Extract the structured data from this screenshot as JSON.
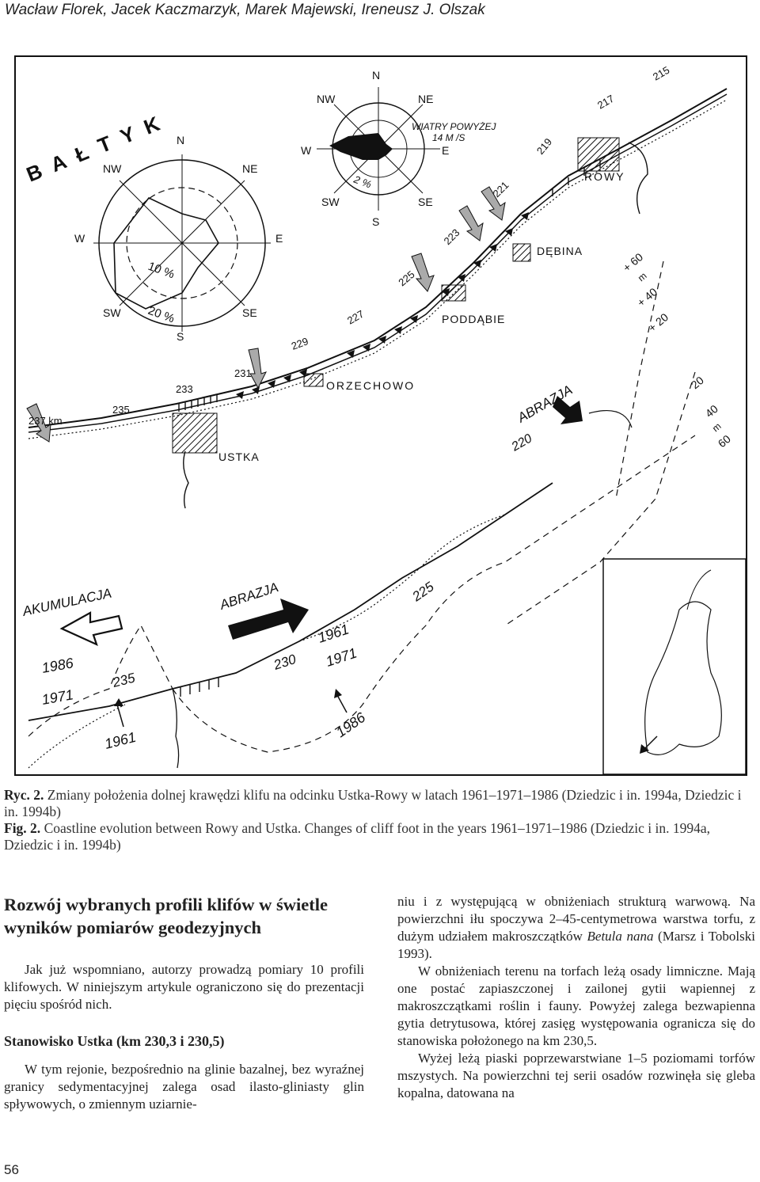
{
  "header": {
    "authors": "Wacław Florek, Jacek Kaczmarzyk, Marek Majewski, Ireneusz J. Olszak"
  },
  "figure": {
    "sea_label": "B A Ł T Y K",
    "rose1": {
      "n": "N",
      "ne": "NE",
      "e": "E",
      "se": "SE",
      "s": "S",
      "sw": "SW",
      "w": "W",
      "nw": "NW",
      "pct10": "10 %",
      "pct20": "20 %"
    },
    "rose2": {
      "n": "N",
      "ne": "NE",
      "e": "E",
      "se": "SE",
      "s": "S",
      "sw": "SW",
      "w": "W",
      "nw": "NW",
      "pct2": "2 %",
      "title_line1": "WIATRY POWYŻEJ",
      "title_line2": "14 M /S"
    },
    "towns": {
      "rowy": "ROWY",
      "debina": "DĘBINA",
      "poddabie": "PODDĄBIE",
      "orzechowo": "ORZECHOWO",
      "ustka": "USTKA"
    },
    "km_marks": [
      "237 km",
      "235",
      "233",
      "231",
      "229",
      "227",
      "225",
      "223",
      "221",
      "219",
      "217",
      "215"
    ],
    "depth_top": [
      "+ 60",
      "m",
      "+ 40",
      "+ 20"
    ],
    "depth_right": [
      "20",
      "40",
      "m",
      "60"
    ],
    "abrazja_upper": "ABRAZJA",
    "km_220": "220",
    "lower": {
      "akumulacja": "AKUMULACJA",
      "abrazja": "ABRAZJA",
      "km_225": "225",
      "km_230": "230",
      "km_235": "235",
      "year_1986_left": "1986",
      "year_1971_left": "1971",
      "year_1961_left": "1961",
      "year_1961_mid": "1961",
      "year_1971_mid": "1971",
      "year_1986_mid": "1986"
    }
  },
  "caption": {
    "ryc_label": "Ryc. 2.",
    "ryc_text": "Zmiany położenia dolnej krawędzi klifu na odcinku Ustka-Rowy w latach 1961–1971–1986 (Dziedzic i in. 1994a, Dziedzic i in. 1994b)",
    "fig_label": "Fig. 2.",
    "fig_text": "Coastline evolution between Rowy and Ustka. Changes of cliff foot in the years 1961–1971–1986 (Dziedzic i in. 1994a, Dziedzic i in. 1994b)"
  },
  "left_column": {
    "heading": "Rozwój wybranych profili klifów w świetle wyników pomiarów geodezyjnych",
    "para1": "Jak już wspomniano, autorzy prowadzą pomiary 10 profili klifowych. W niniejszym artykule ograniczono się do prezentacji pięciu spośród nich.",
    "subheading": "Stanowisko Ustka (km 230,3 i 230,5)",
    "para2": "W tym rejonie, bezpośrednio na glinie bazalnej, bez wyraźnej granicy sedymentacyjnej zalega osad ilasto-gliniasty glin spływowych, o zmiennym uziarnie-"
  },
  "right_column": {
    "para1_a": "niu i z występującą w obniżeniach strukturą warwową. Na powierzchni iłu spoczywa 2–45-centymetrowa warstwa torfu, z dużym udziałem makroszczątków ",
    "para1_italic": "Betula nana",
    "para1_b": " (Marsz i Tobolski 1993).",
    "para2": "W obniżeniach terenu na torfach leżą osady limniczne. Mają one postać zapiaszczonej i zailonej gytii wapiennej z makroszczątkami roślin i fauny. Powyżej zalega bezwapienna gytia detrytusowa, której zasięg występowania ogranicza się do stanowiska położonego na km 230,5.",
    "para3": "Wyżej leżą piaski poprzewarstwiane 1–5 poziomami torfów mszystych. Na powierzchni tej serii osadów rozwinęła się gleba kopalna, datowana na"
  },
  "page_number": "56"
}
